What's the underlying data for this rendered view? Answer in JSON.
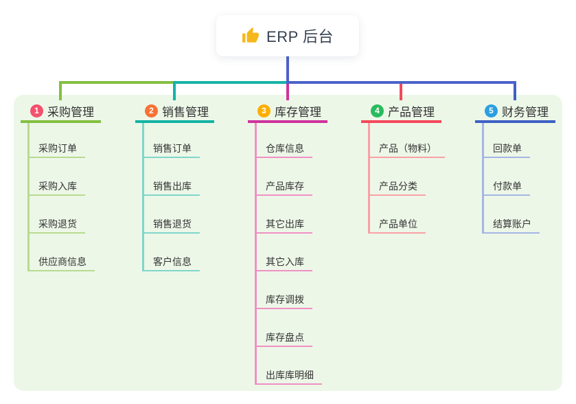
{
  "root": {
    "title": "ERP 后台",
    "icon": "thumbs-up-icon"
  },
  "colors": {
    "canvas_bg": "#ffffff",
    "panel_bg": "#edf7e8",
    "trunk": "#4b62c9",
    "thumb_icon": "#f5b81c",
    "text": "#333333"
  },
  "branches": [
    {
      "num": "1",
      "label": "采购管理",
      "badge": "#f4516c",
      "accent": "#84bf41",
      "light": "#b7db90",
      "children": [
        "采购订单",
        "采购入库",
        "采购退货",
        "供应商信息"
      ]
    },
    {
      "num": "2",
      "label": "销售管理",
      "badge": "#f77234",
      "accent": "#14b3a6",
      "light": "#7fd6c9",
      "children": [
        "销售订单",
        "销售出库",
        "销售退货",
        "客户信息"
      ]
    },
    {
      "num": "3",
      "label": "库存管理",
      "badge": "#fcaf02",
      "accent": "#ce339c",
      "light": "#f090c4",
      "children": [
        "仓库信息",
        "产品库存",
        "其它出库",
        "其它入库",
        "库存调拨",
        "库存盘点",
        "出库库明细"
      ]
    },
    {
      "num": "4",
      "label": "产品管理",
      "badge": "#2abb5e",
      "accent": "#f4485c",
      "light": "#f9a1a6",
      "children": [
        "产品（物料）",
        "产品分类",
        "产品单位"
      ]
    },
    {
      "num": "5",
      "label": "财务管理",
      "badge": "#2b9fe0",
      "accent": "#3f60c4",
      "light": "#a4b6e3",
      "children": [
        "回款单",
        "付款单",
        "结算账户"
      ]
    }
  ]
}
